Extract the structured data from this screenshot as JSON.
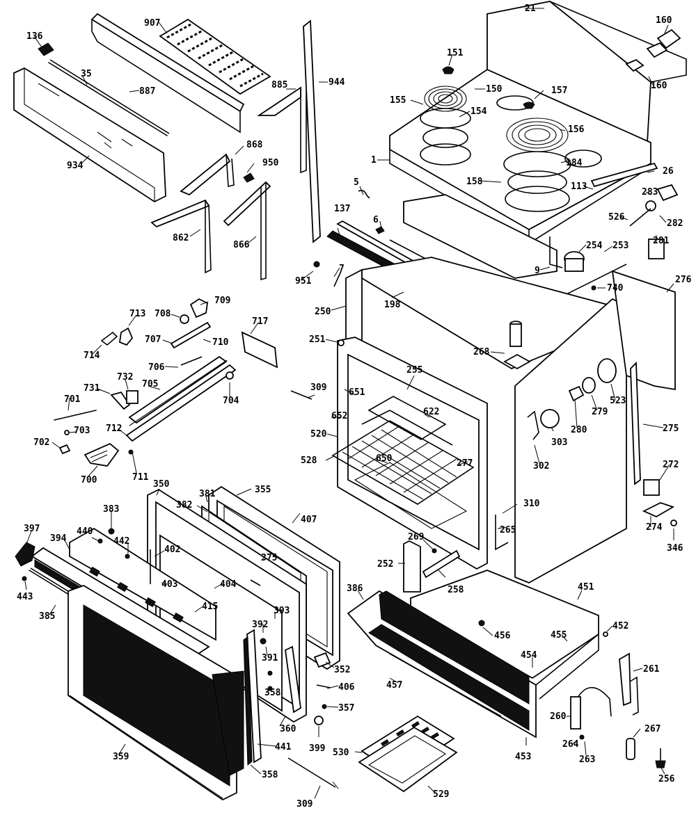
{
  "diagram": {
    "labels": [
      {
        "id": "136",
        "text": "136"
      },
      {
        "id": "907",
        "text": "907"
      },
      {
        "id": "35",
        "text": "35"
      },
      {
        "id": "887",
        "text": "887"
      },
      {
        "id": "885",
        "text": "885"
      },
      {
        "id": "944",
        "text": "944"
      },
      {
        "id": "934",
        "text": "934"
      },
      {
        "id": "868",
        "text": "868"
      },
      {
        "id": "950",
        "text": "950"
      },
      {
        "id": "862",
        "text": "862"
      },
      {
        "id": "866",
        "text": "866"
      },
      {
        "id": "21",
        "text": "21"
      },
      {
        "id": "160a",
        "text": "160"
      },
      {
        "id": "160b",
        "text": "160"
      },
      {
        "id": "151",
        "text": "151"
      },
      {
        "id": "150",
        "text": "150"
      },
      {
        "id": "157",
        "text": "157"
      },
      {
        "id": "155",
        "text": "155"
      },
      {
        "id": "154",
        "text": "154"
      },
      {
        "id": "156",
        "text": "156"
      },
      {
        "id": "1",
        "text": "1"
      },
      {
        "id": "184",
        "text": "184"
      },
      {
        "id": "26",
        "text": "26"
      },
      {
        "id": "158",
        "text": "158"
      },
      {
        "id": "113",
        "text": "113"
      },
      {
        "id": "5",
        "text": "5"
      },
      {
        "id": "283",
        "text": "283"
      },
      {
        "id": "526",
        "text": "526"
      },
      {
        "id": "282",
        "text": "282"
      },
      {
        "id": "137",
        "text": "137"
      },
      {
        "id": "6",
        "text": "6"
      },
      {
        "id": "254",
        "text": "254"
      },
      {
        "id": "253",
        "text": "253"
      },
      {
        "id": "281",
        "text": "281"
      },
      {
        "id": "9",
        "text": "9"
      },
      {
        "id": "951",
        "text": "951"
      },
      {
        "id": "7",
        "text": "7"
      },
      {
        "id": "276",
        "text": "276"
      },
      {
        "id": "740",
        "text": "740"
      },
      {
        "id": "198",
        "text": "198"
      },
      {
        "id": "250",
        "text": "250"
      },
      {
        "id": "709",
        "text": "709"
      },
      {
        "id": "708",
        "text": "708"
      },
      {
        "id": "713",
        "text": "713"
      },
      {
        "id": "717",
        "text": "717"
      },
      {
        "id": "707",
        "text": "707"
      },
      {
        "id": "710",
        "text": "710"
      },
      {
        "id": "251",
        "text": "251"
      },
      {
        "id": "268",
        "text": "268"
      },
      {
        "id": "714",
        "text": "714"
      },
      {
        "id": "706",
        "text": "706"
      },
      {
        "id": "255",
        "text": "255"
      },
      {
        "id": "732",
        "text": "732"
      },
      {
        "id": "705",
        "text": "705"
      },
      {
        "id": "731",
        "text": "731"
      },
      {
        "id": "309a",
        "text": "309"
      },
      {
        "id": "651",
        "text": "651"
      },
      {
        "id": "704",
        "text": "704"
      },
      {
        "id": "622",
        "text": "622"
      },
      {
        "id": "523",
        "text": "523"
      },
      {
        "id": "701",
        "text": "701"
      },
      {
        "id": "652",
        "text": "652"
      },
      {
        "id": "279",
        "text": "279"
      },
      {
        "id": "280",
        "text": "280"
      },
      {
        "id": "703",
        "text": "703"
      },
      {
        "id": "712",
        "text": "712"
      },
      {
        "id": "520",
        "text": "520"
      },
      {
        "id": "275",
        "text": "275"
      },
      {
        "id": "702",
        "text": "702"
      },
      {
        "id": "303",
        "text": "303"
      },
      {
        "id": "302",
        "text": "302"
      },
      {
        "id": "528",
        "text": "528"
      },
      {
        "id": "650",
        "text": "650"
      },
      {
        "id": "277",
        "text": "277"
      },
      {
        "id": "700",
        "text": "700"
      },
      {
        "id": "711",
        "text": "711"
      },
      {
        "id": "272",
        "text": "272"
      },
      {
        "id": "350",
        "text": "350"
      },
      {
        "id": "355",
        "text": "355"
      },
      {
        "id": "310",
        "text": "310"
      },
      {
        "id": "383",
        "text": "383"
      },
      {
        "id": "382",
        "text": "382"
      },
      {
        "id": "381",
        "text": "381"
      },
      {
        "id": "407",
        "text": "407"
      },
      {
        "id": "397",
        "text": "397"
      },
      {
        "id": "274",
        "text": "274"
      },
      {
        "id": "394",
        "text": "394"
      },
      {
        "id": "440",
        "text": "440"
      },
      {
        "id": "265",
        "text": "265"
      },
      {
        "id": "402",
        "text": "402"
      },
      {
        "id": "442",
        "text": "442"
      },
      {
        "id": "375",
        "text": "375"
      },
      {
        "id": "346",
        "text": "346"
      },
      {
        "id": "269",
        "text": "269"
      },
      {
        "id": "252",
        "text": "252"
      },
      {
        "id": "403",
        "text": "403"
      },
      {
        "id": "404",
        "text": "404"
      },
      {
        "id": "258",
        "text": "258"
      },
      {
        "id": "443",
        "text": "443"
      },
      {
        "id": "451",
        "text": "451"
      },
      {
        "id": "386",
        "text": "386"
      },
      {
        "id": "385",
        "text": "385"
      },
      {
        "id": "415",
        "text": "415"
      },
      {
        "id": "393",
        "text": "393"
      },
      {
        "id": "392",
        "text": "392"
      },
      {
        "id": "456",
        "text": "456"
      },
      {
        "id": "452",
        "text": "452"
      },
      {
        "id": "455",
        "text": "455"
      },
      {
        "id": "391",
        "text": "391"
      },
      {
        "id": "454",
        "text": "454"
      },
      {
        "id": "261",
        "text": "261"
      },
      {
        "id": "352",
        "text": "352"
      },
      {
        "id": "406",
        "text": "406"
      },
      {
        "id": "457",
        "text": "457"
      },
      {
        "id": "358a",
        "text": "358"
      },
      {
        "id": "357",
        "text": "357"
      },
      {
        "id": "260",
        "text": "260"
      },
      {
        "id": "267",
        "text": "267"
      },
      {
        "id": "360",
        "text": "360"
      },
      {
        "id": "441",
        "text": "441"
      },
      {
        "id": "399",
        "text": "399"
      },
      {
        "id": "453",
        "text": "453"
      },
      {
        "id": "264",
        "text": "264"
      },
      {
        "id": "530",
        "text": "530"
      },
      {
        "id": "359",
        "text": "359"
      },
      {
        "id": "263",
        "text": "263"
      },
      {
        "id": "358b",
        "text": "358"
      },
      {
        "id": "256",
        "text": "256"
      },
      {
        "id": "529",
        "text": "529"
      },
      {
        "id": "309b",
        "text": "309"
      }
    ]
  }
}
